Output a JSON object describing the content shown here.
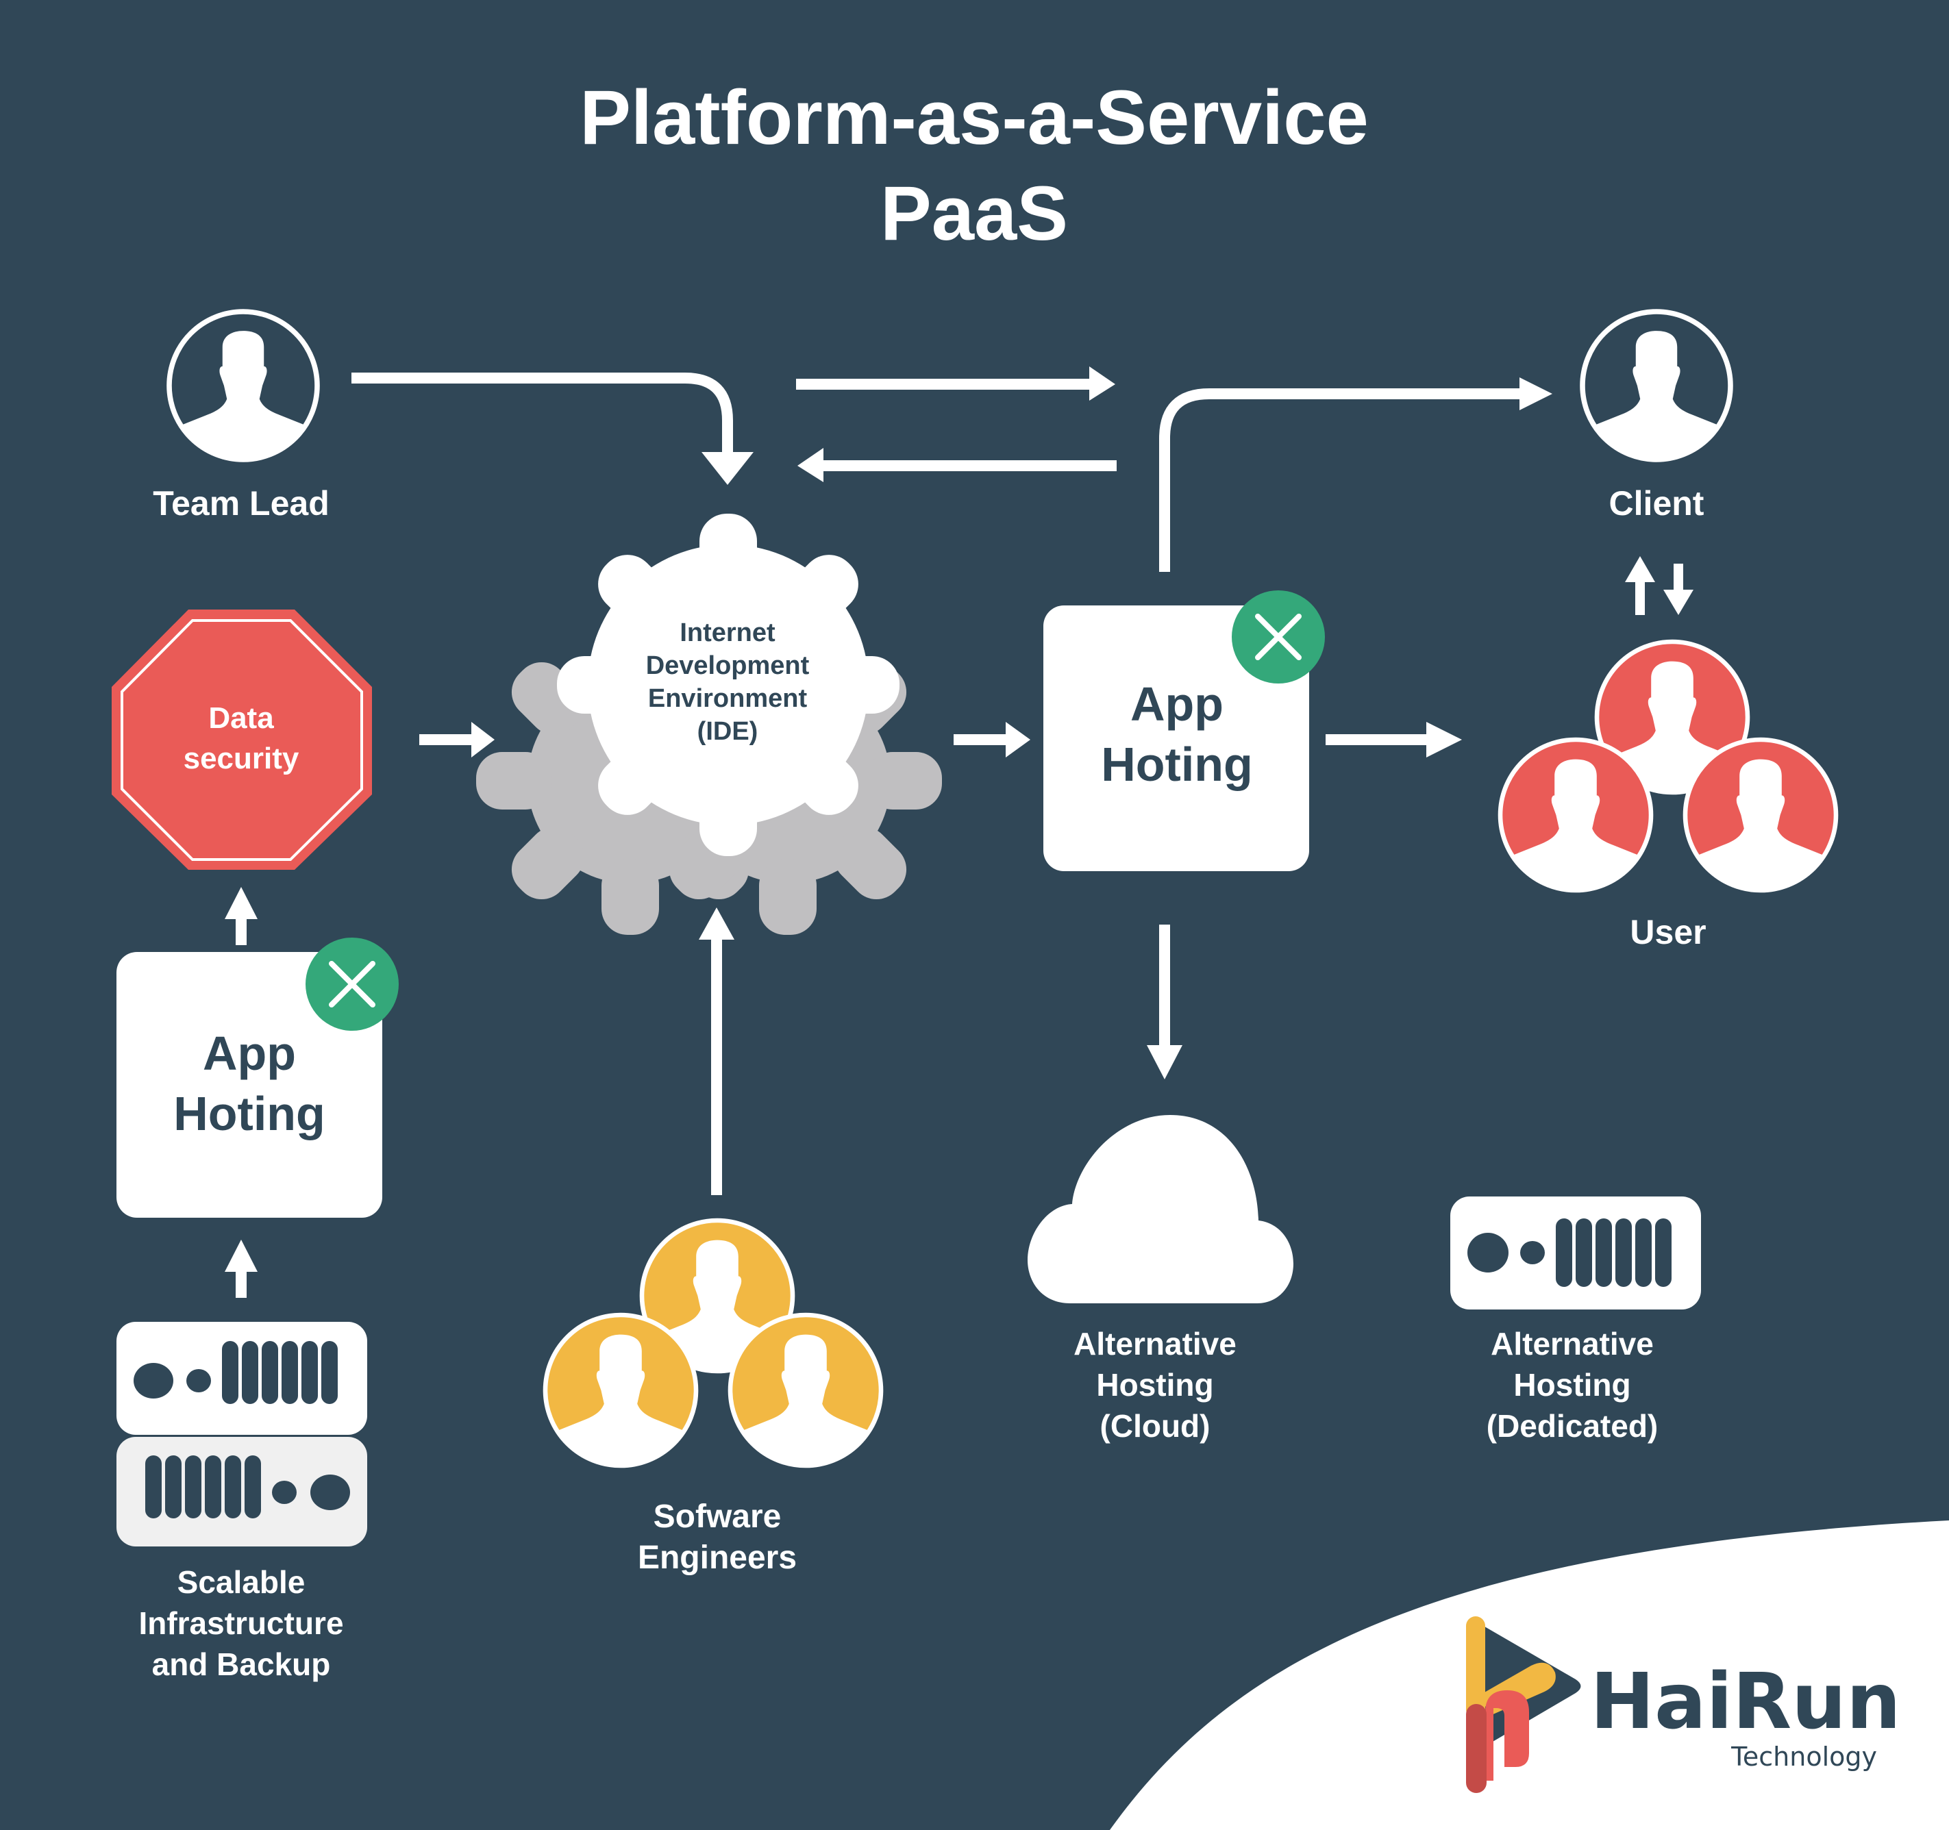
{
  "title": {
    "line1": "Platform-as-a-Service",
    "line2": "PaaS"
  },
  "colors": {
    "background": "#304757",
    "white": "#ffffff",
    "gear_grey": "#c0bfc1",
    "security_red": "#ea5b57",
    "close_green": "#34a87a",
    "engineer_yellow": "#f2b843",
    "user_red": "#ea5b57",
    "server_light": "#f0f0f0",
    "logo_yellow": "#f2b843",
    "logo_red": "#ea5b57",
    "logo_dark_red": "#c44b47"
  },
  "nodes": {
    "team_lead": {
      "label": "Team Lead",
      "icon": "person-icon"
    },
    "client": {
      "label": "Client",
      "icon": "person-icon"
    },
    "ide": {
      "lines": [
        "Internet",
        "Development",
        "Environment",
        "(IDE)"
      ],
      "icon": "gear-icon"
    },
    "data_security": {
      "lines": [
        "Data",
        "security"
      ],
      "icon": "octagon-icon"
    },
    "app_hosting_main": {
      "lines": [
        "App",
        "Hoting"
      ],
      "badge_icon": "close-icon"
    },
    "app_hosting_left": {
      "lines": [
        "App",
        "Hoting"
      ],
      "badge_icon": "close-icon"
    },
    "users": {
      "label": "User",
      "icon": "people-group-icon"
    },
    "software_engineers": {
      "lines": [
        "Sofware",
        "Engineers"
      ],
      "icon": "people-group-icon"
    },
    "scalable_infra": {
      "lines": [
        "Scalable",
        "Infrastructure",
        "and Backup"
      ],
      "icon": "server-stack-icon"
    },
    "alt_cloud": {
      "lines": [
        "Alternative",
        "Hosting",
        "(Cloud)"
      ],
      "icon": "cloud-icon"
    },
    "alt_dedicated": {
      "lines": [
        "Alternative",
        "Hosting",
        "(Dedicated)"
      ],
      "icon": "server-icon"
    }
  },
  "logo": {
    "name": "HaiRun",
    "tagline": "Technology"
  }
}
